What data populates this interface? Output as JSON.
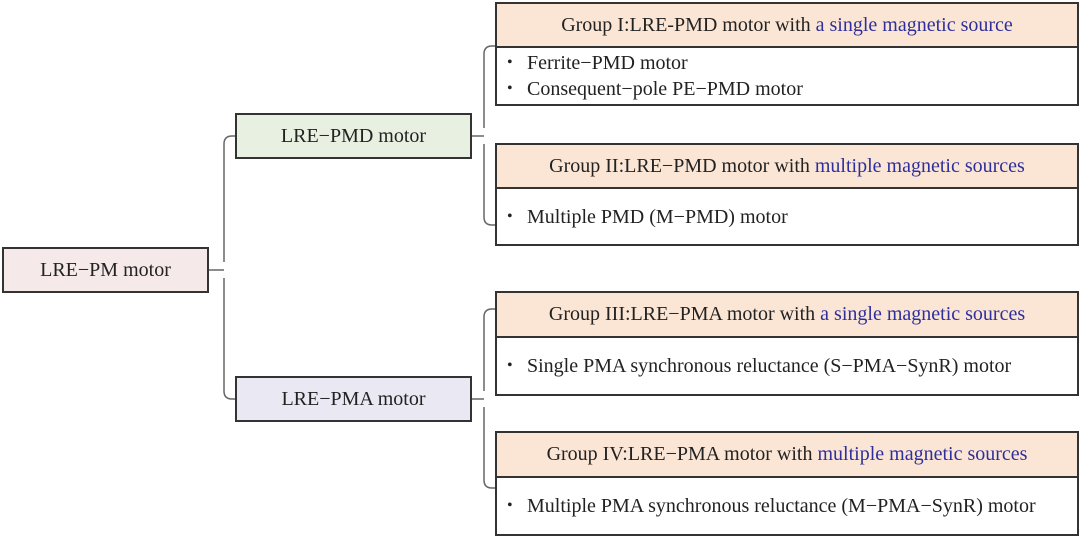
{
  "root": {
    "label": "LRE−PM motor"
  },
  "branches": [
    {
      "label": "LRE−PMD motor"
    },
    {
      "label": "LRE−PMA motor"
    }
  ],
  "groups": [
    {
      "title_prefix": "Group I:LRE-PMD motor with ",
      "title_highlight": "a single magnetic source",
      "items": [
        "Ferrite−PMD motor",
        "Consequent−pole PE−PMD motor"
      ]
    },
    {
      "title_prefix": "Group II:LRE−PMD motor with ",
      "title_highlight": "multiple magnetic sources",
      "items": [
        "Multiple PMD (M−PMD) motor"
      ]
    },
    {
      "title_prefix": "Group III:LRE−PMA motor with ",
      "title_highlight": "a single magnetic sources",
      "items": [
        "Single PMA synchronous reluctance (S−PMA−SynR) motor"
      ]
    },
    {
      "title_prefix": "Group IV:LRE−PMA motor with ",
      "title_highlight": "multiple magnetic sources",
      "items": [
        "Multiple PMA synchronous reluctance (M−PMA−SynR) motor"
      ]
    }
  ],
  "colors": {
    "root_fill": "#f5e9ea",
    "pmd_fill": "#e8f0e2",
    "pma_fill": "#eae9f3",
    "group_header_fill": "#fbe6d6",
    "highlight_text": "#2e2f9c",
    "stroke": "#333333"
  }
}
